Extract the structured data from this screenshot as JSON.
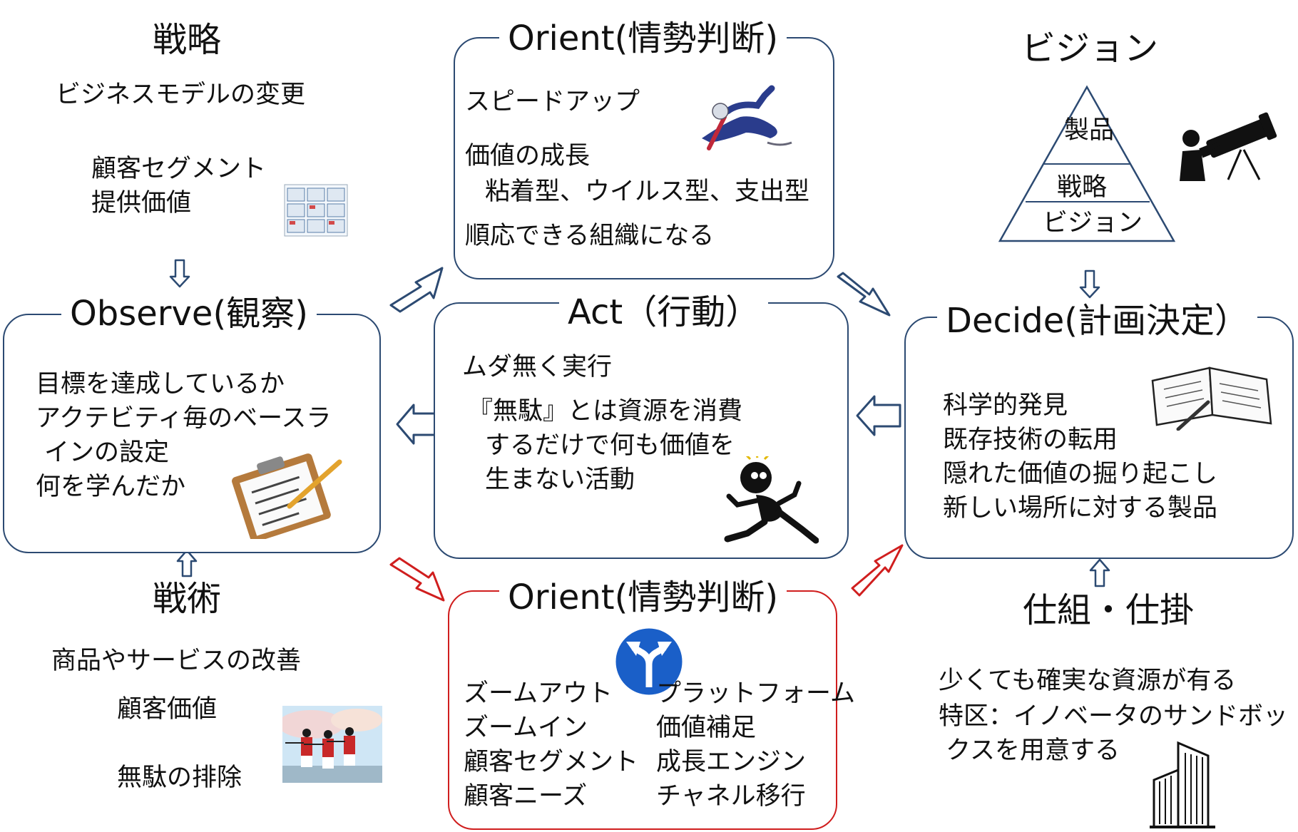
{
  "strategy": {
    "title": "戦略",
    "items": [
      "ビジネスモデルの変更",
      "顧客セグメント",
      "提供価値"
    ]
  },
  "vision": {
    "title": "ビジョン",
    "pyramid": [
      "製品",
      "戦略",
      "ビジョン"
    ]
  },
  "tactics": {
    "title": "戦術",
    "items": [
      "商品やサービスの改善",
      "顧客価値",
      "無駄の排除"
    ]
  },
  "mechanism": {
    "title": "仕組・仕掛",
    "lines": [
      "少くても確実な資源が有る",
      "特区：イノベータのサンドボッ",
      "クスを用意する"
    ]
  },
  "orient_top": {
    "title": "Orient(情勢判断)",
    "lines": [
      "スピードアップ",
      "価値の成長",
      "粘着型、ウイルス型、支出型",
      "順応できる組織になる"
    ]
  },
  "observe": {
    "title": "Observe(観察)",
    "lines": [
      "目標を達成しているか",
      "アクテビティ毎のベースラ",
      "インの設定",
      "何を学んだか"
    ]
  },
  "act": {
    "title": "Act（行動）",
    "lines": [
      "ムダ無く実行",
      "『無駄』とは資源を消費",
      "するだけで何も価値を",
      "生まない活動"
    ]
  },
  "decide": {
    "title": "Decide(計画決定）",
    "lines": [
      "科学的発見",
      "既存技術の転用",
      "隠れた価値の掘り起こし",
      "新しい場所に対する製品"
    ]
  },
  "orient_bottom": {
    "title": "Orient(情勢判断)",
    "left": [
      "ズームアウト",
      "ズームイン",
      "顧客セグメント",
      "顧客ニーズ"
    ],
    "right": [
      "プラットフォーム",
      "価値補足",
      "成長エンジン",
      "チャネル移行"
    ]
  },
  "colors": {
    "box_border": "#2c4a72",
    "highlight": "#d01e1e",
    "sign_blue": "#1a5fc8"
  }
}
